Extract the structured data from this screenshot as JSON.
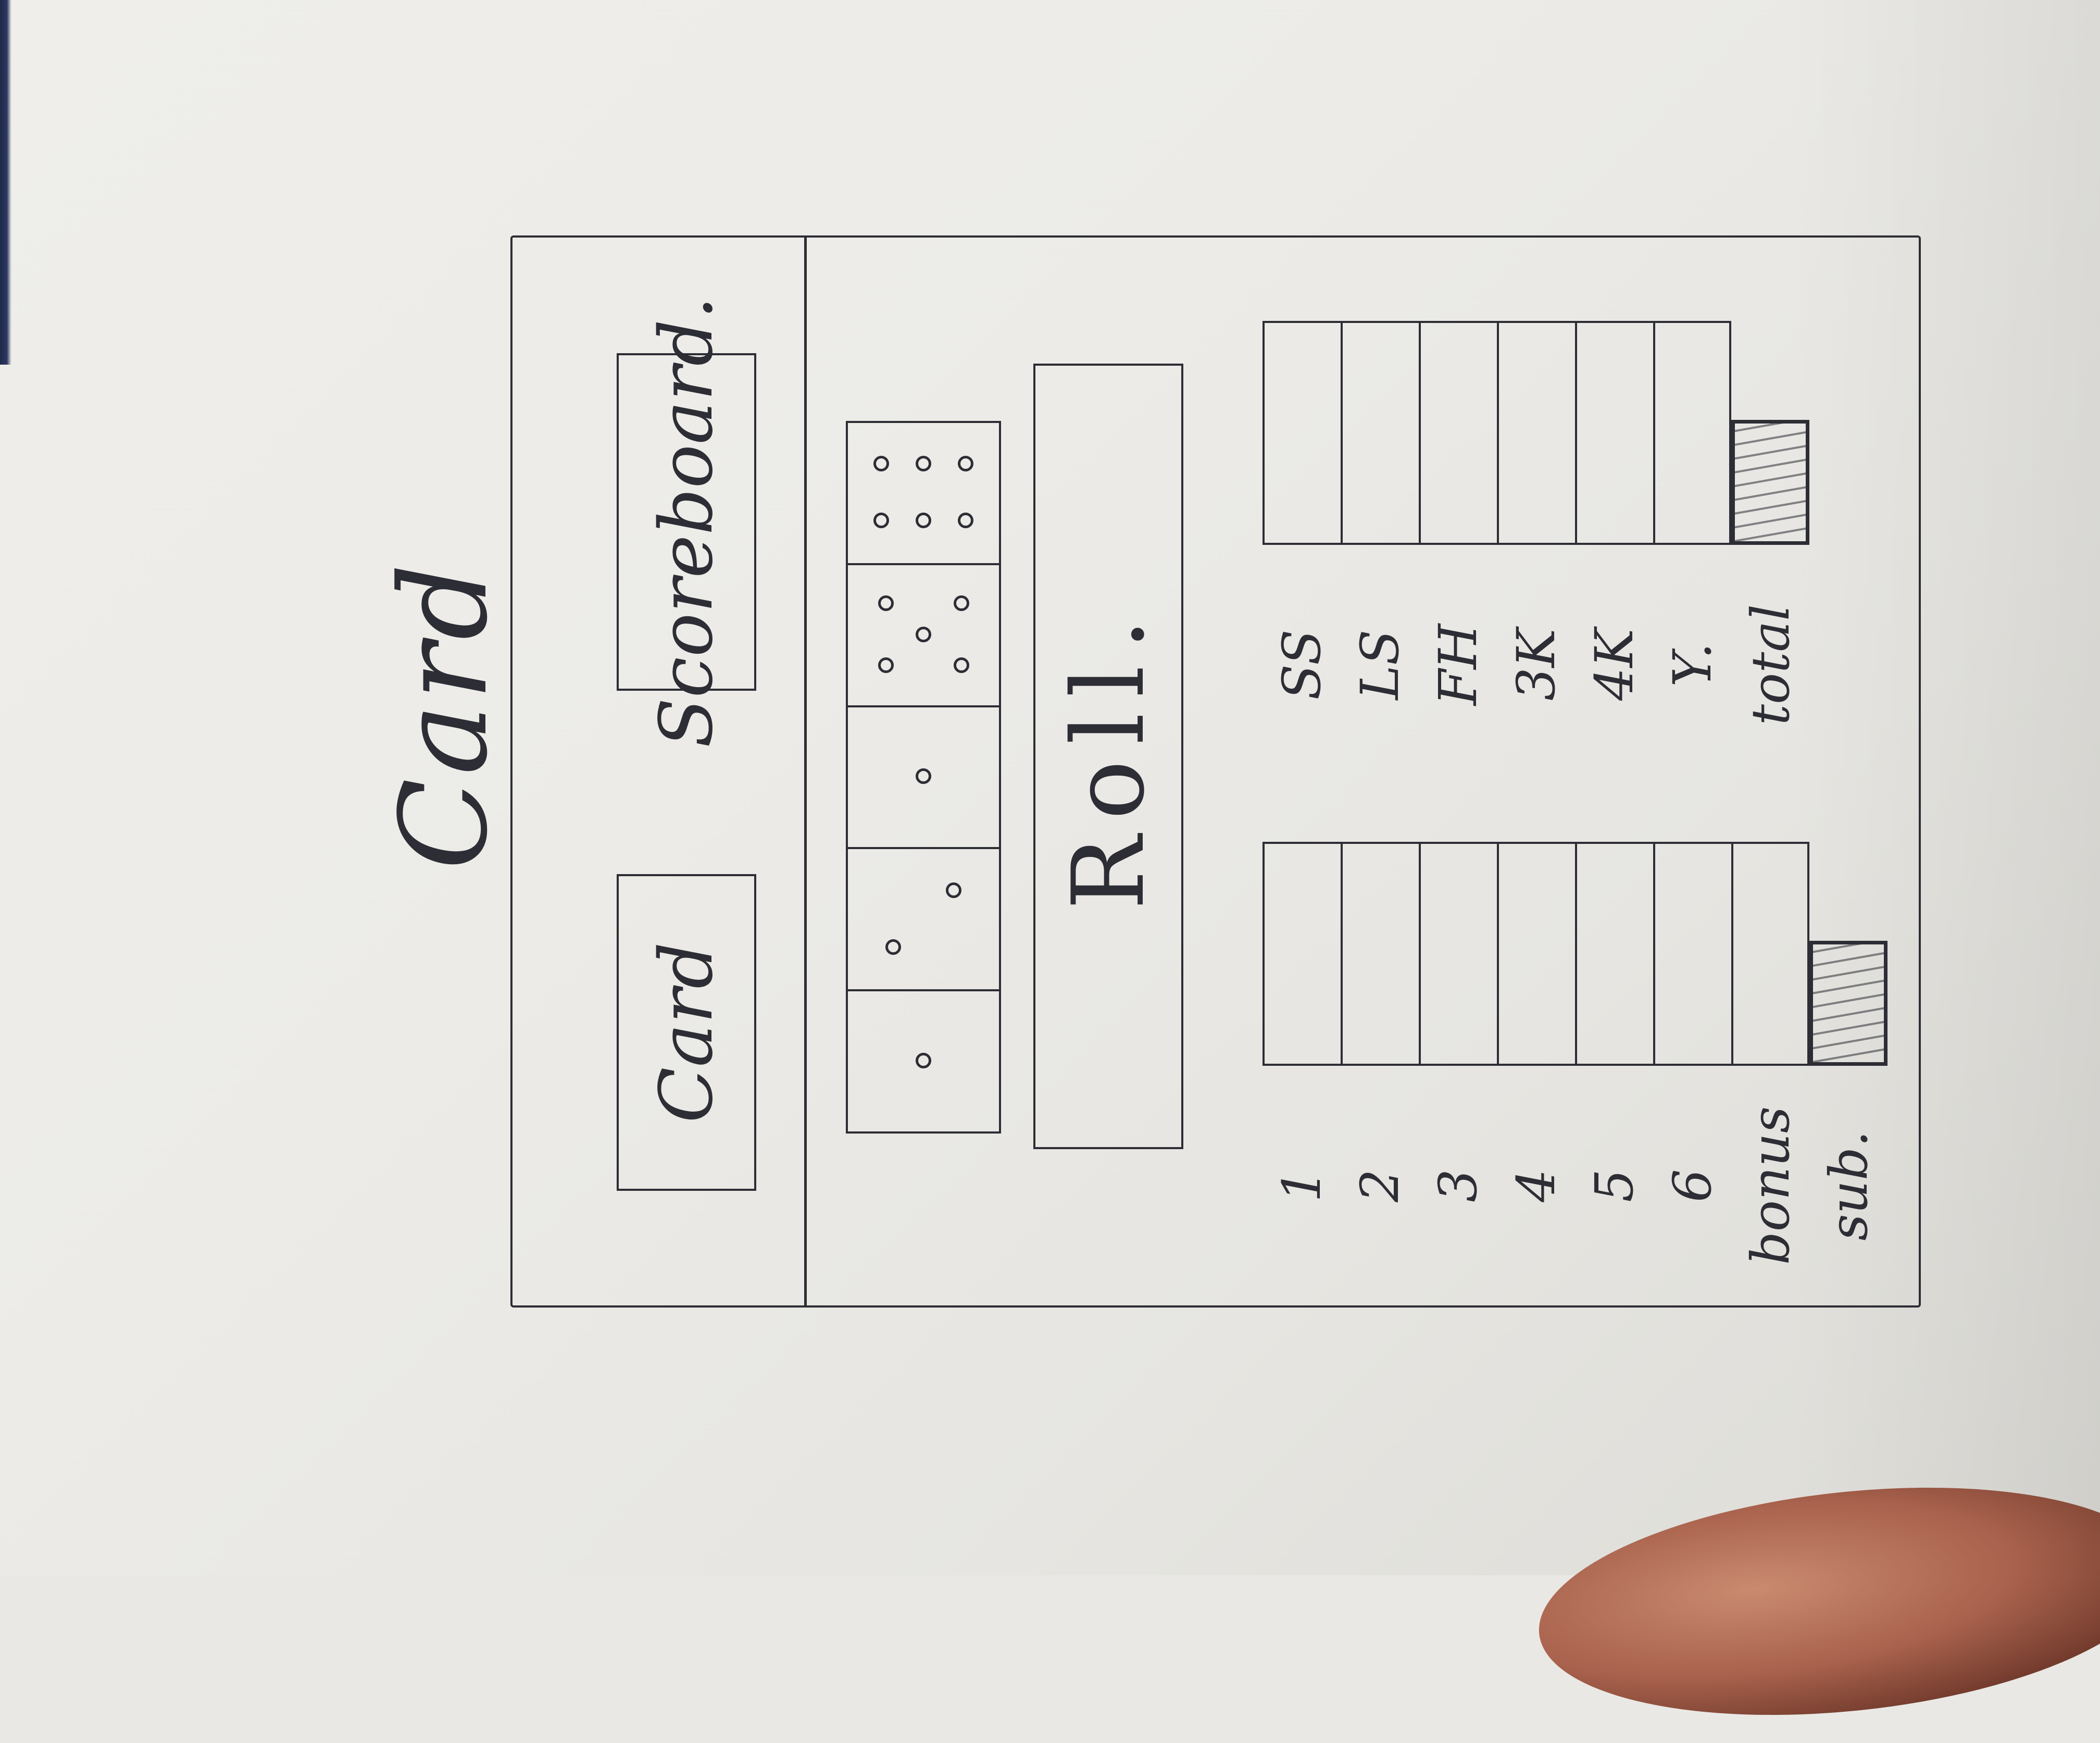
{
  "page": {
    "title": "Card"
  },
  "header": {
    "card_button": "Card",
    "scoreboard_button": "Scoreboard."
  },
  "dice": [
    {
      "value": 1
    },
    {
      "value": 2
    },
    {
      "value": 1
    },
    {
      "value": 5
    },
    {
      "value": 6
    }
  ],
  "roll_button": "Roll.",
  "upper_section": {
    "rows": [
      "1",
      "2",
      "3",
      "4",
      "5",
      "6",
      "bonus",
      "sub."
    ]
  },
  "lower_section": {
    "rows": [
      "SS",
      "LS",
      "FH",
      "3K",
      "4K",
      "Y.",
      "total"
    ]
  },
  "colors": {
    "ink": "#2d2d35",
    "paper": "#ecebe7"
  }
}
